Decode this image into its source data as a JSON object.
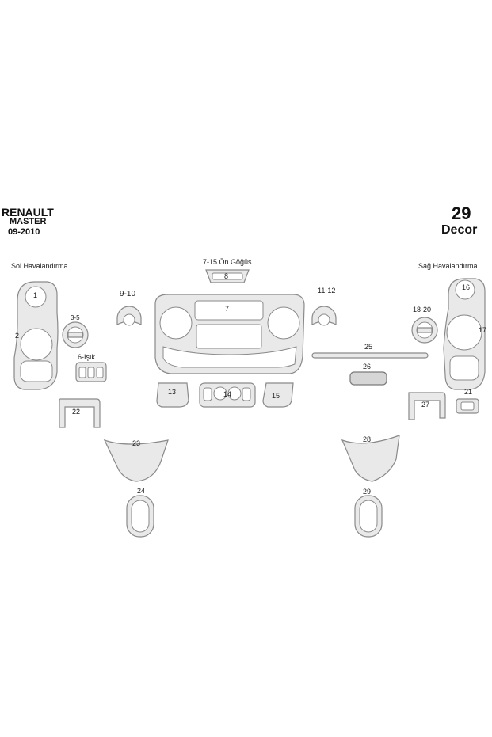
{
  "header": {
    "brand": "RENAULT",
    "model": "MASTER",
    "years": "09-2010",
    "count": "29",
    "kit": "Decor"
  },
  "sections": {
    "left_vent": "Sol Havalandırma",
    "right_vent": "Sağ Havalandırma",
    "front_panel": "7-15 Ön Göğüs"
  },
  "parts": {
    "p1": "1",
    "p2": "2",
    "p3_5": "3-5",
    "p6": "6-Işık",
    "p7": "7",
    "p8": "8",
    "p9_10": "9-10",
    "p11_12": "11-12",
    "p13": "13",
    "p14": "14",
    "p15": "15",
    "p16": "16",
    "p17": "17",
    "p18_20": "18-20",
    "p21": "21",
    "p22": "22",
    "p23": "23",
    "p24": "24",
    "p25": "25",
    "p26": "26",
    "p27": "27",
    "p28": "28",
    "p29": "29"
  },
  "colors": {
    "trim_fill": "#e9e9e9",
    "trim_stroke": "#8a8a8a"
  }
}
